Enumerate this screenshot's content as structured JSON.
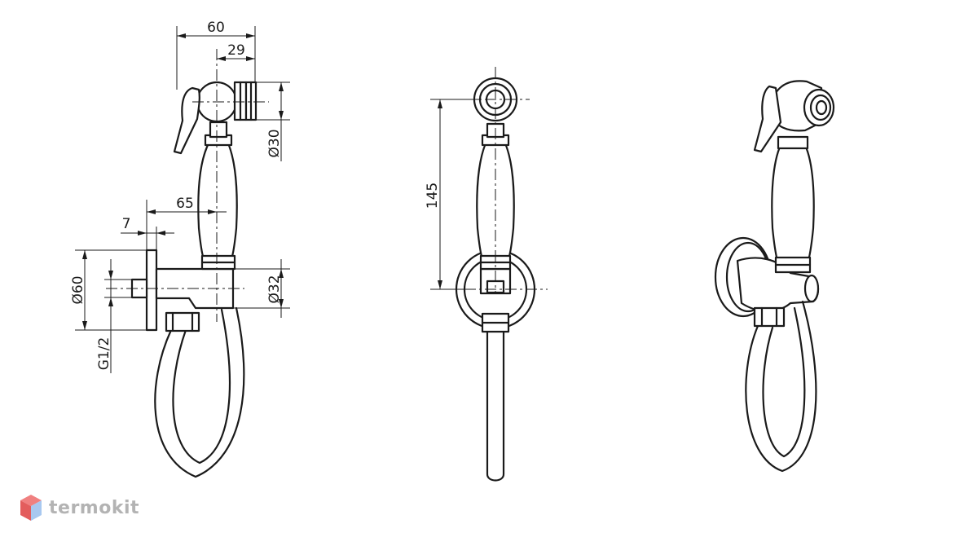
{
  "dimensions": {
    "width_total": "60",
    "width_head": "29",
    "diameter_head": "Ø30",
    "projection": "65",
    "flange_thickness": "7",
    "diameter_flange": "Ø60",
    "diameter_holder": "Ø32",
    "thread": "G1/2",
    "height": "145"
  },
  "logo": {
    "text": "termokit",
    "colors": {
      "top": "#f08080",
      "left": "#e35d5d",
      "right": "#a8c8f0"
    }
  }
}
